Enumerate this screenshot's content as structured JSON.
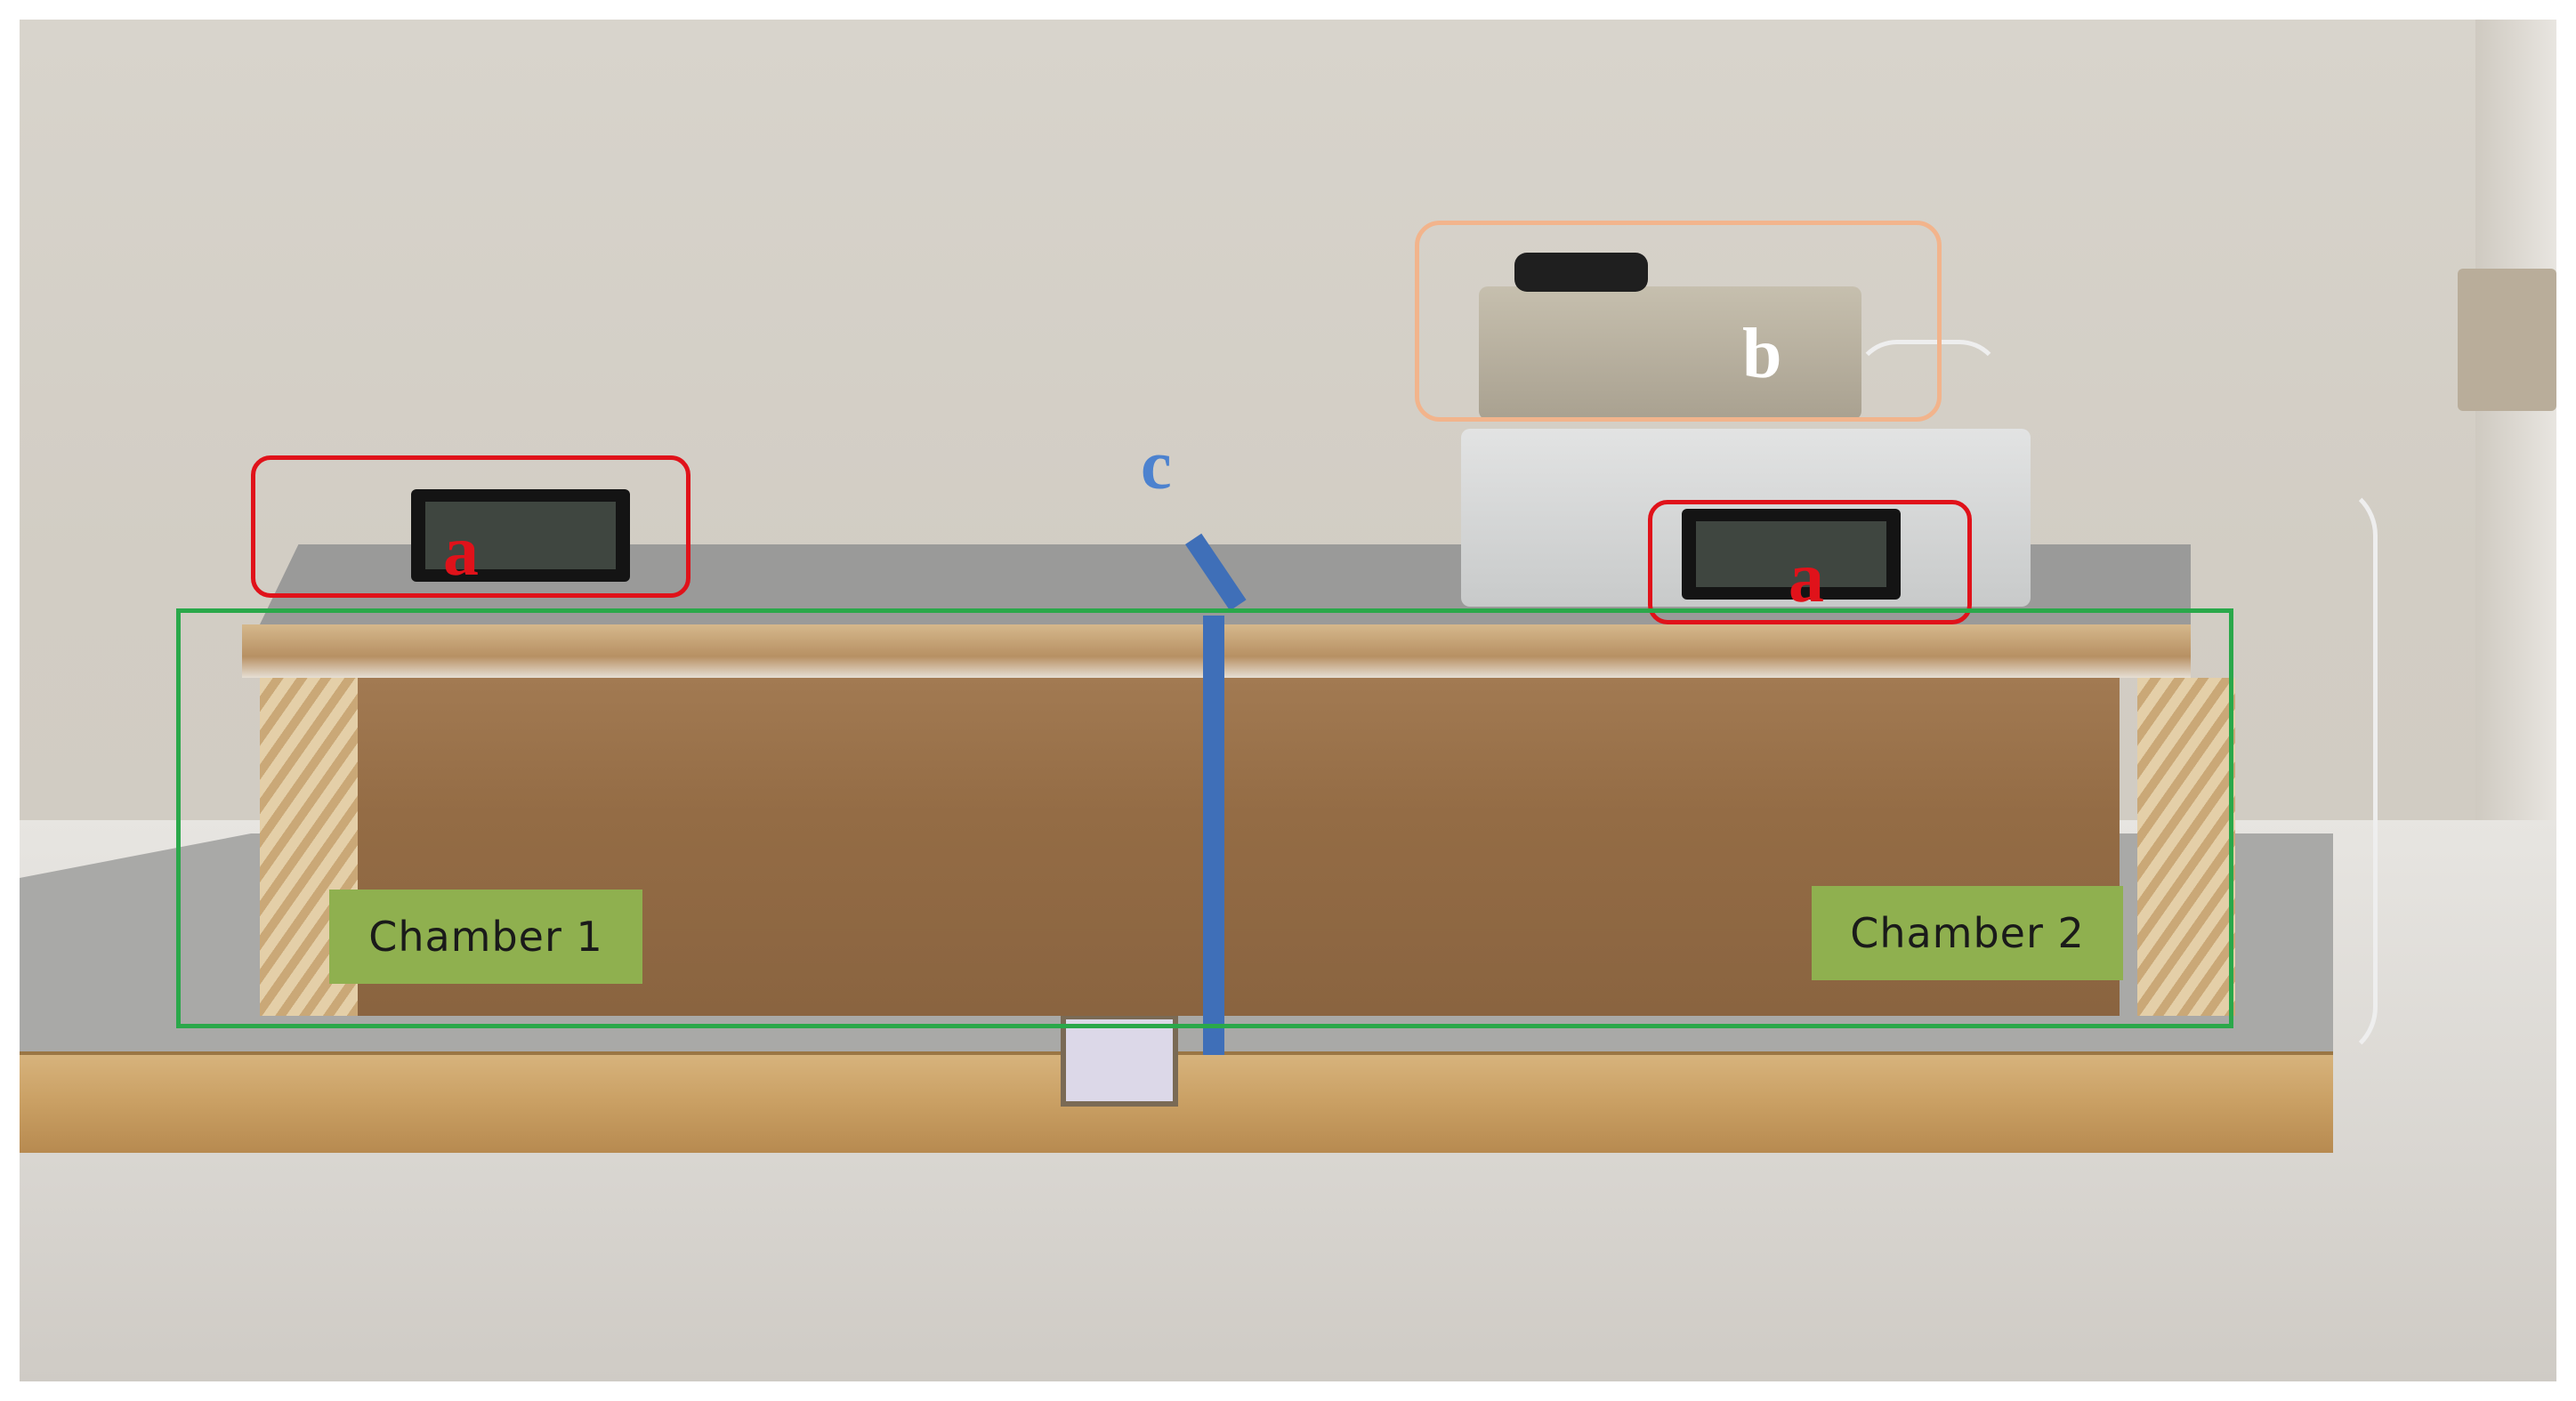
{
  "figure": {
    "labels": {
      "thermometer_left": "a",
      "thermometer_right": "a",
      "controller": "b",
      "divider": "c"
    },
    "chambers": {
      "left": "Chamber 1",
      "right": "Chamber 2"
    },
    "colors": {
      "thermometer_box": "#e0121a",
      "controller_box": "#f2b48c",
      "chamber_box": "#2aa84a",
      "divider": "#3f6fb8",
      "chamber_label_bg": "#8fb04f"
    }
  }
}
